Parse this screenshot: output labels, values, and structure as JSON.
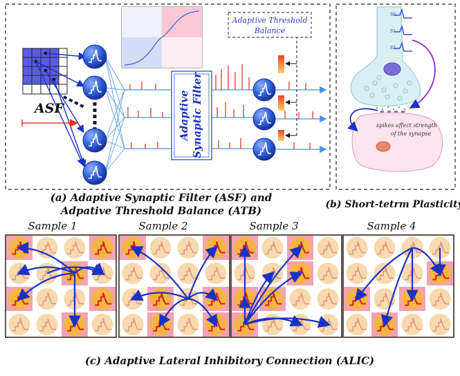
{
  "panel_a": {
    "asf_label": "ASF",
    "filter_title_1": "Adaptive",
    "filter_title_2": "Synaptic Filter",
    "threshold_title_1": "Adaptive Threshold",
    "threshold_title_2": "Balance",
    "caption_line1": "(a) Adaptive Synaptic Filter (ASF) and",
    "caption_line2": "Adpative Threshold Balance (ATB)"
  },
  "panel_b": {
    "spike_labels": [
      "S0",
      "S1",
      "S2"
    ],
    "note_line1": "spikes affect strength",
    "note_line2": "of the synapse",
    "caption": "(b) Short-tetrm Plasticity"
  },
  "panel_c": {
    "samples": [
      "Sample 1",
      "Sample 2",
      "Sample 3",
      "Sample 4"
    ],
    "caption": "(c) Adaptive Lateral Inhibitory Connection (ALIC)"
  },
  "colors": {
    "neuron_blue": "#2f5fd8",
    "spike_red": "#e03a2a",
    "arrow_blue": "#1832c8",
    "grid_blue": "#4a4ae0",
    "cell_pink": "#f2a3b3",
    "circle_peach": "#f7d9ae",
    "circle_orange": "#f4b542"
  }
}
